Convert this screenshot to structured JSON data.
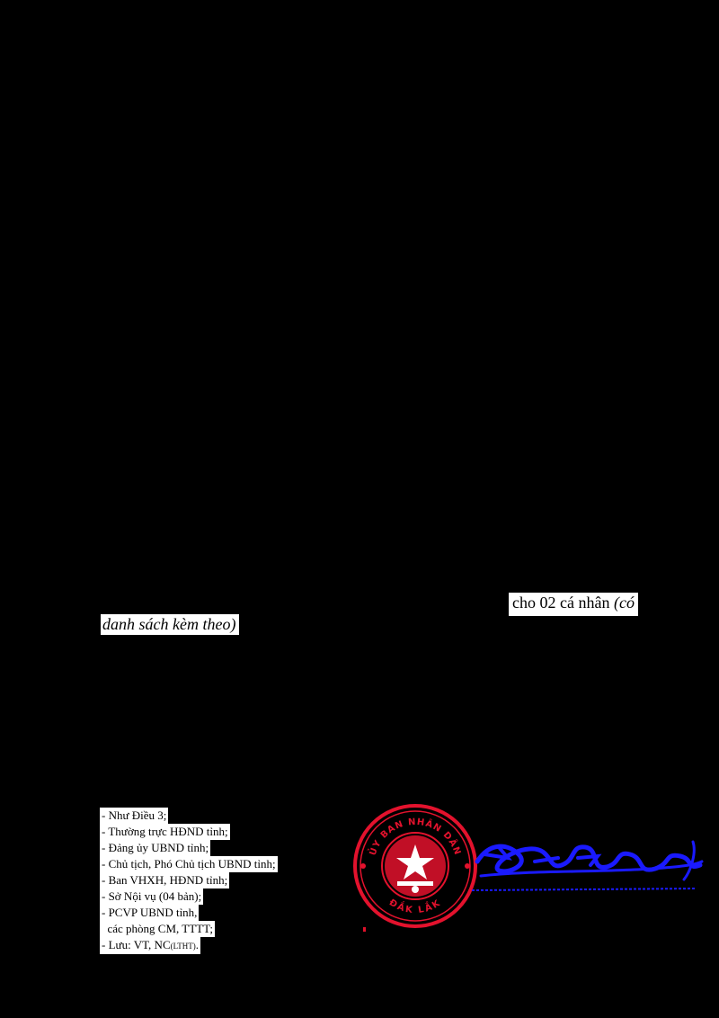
{
  "fragments": {
    "line_1_text": "cho 02 cá nhân ",
    "line_1_em": "(có",
    "line_2_text": "danh sách kèm theo)"
  },
  "recipients": [
    "- Như Điều 3;",
    "- Thường trực HĐND tỉnh;",
    "- Đảng ủy UBND tỉnh;",
    "- Chủ tịch, Phó Chủ tịch UBND tỉnh;",
    "- Ban VHXH, HĐND tỉnh;",
    "- Sở Nội vụ (04 bản);",
    "- PCVP UBND tỉnh,",
    "  các phòng CM, TTTT;"
  ],
  "recipient_last": {
    "text": "- Lưu: VT, NC",
    "small": "(LTHT)",
    "end": "."
  },
  "seal": {
    "icon": "official-seal-icon",
    "color": "#e3122d",
    "text_top": "ỦY BAN NHÂN DÂN",
    "text_bottom": "ĐẮK LẮK"
  },
  "signature": {
    "icon": "handwritten-signature-icon",
    "color": "#1a1aff"
  },
  "colors": {
    "page_background": "#000000",
    "text_background": "#ffffff",
    "text": "#000000"
  }
}
